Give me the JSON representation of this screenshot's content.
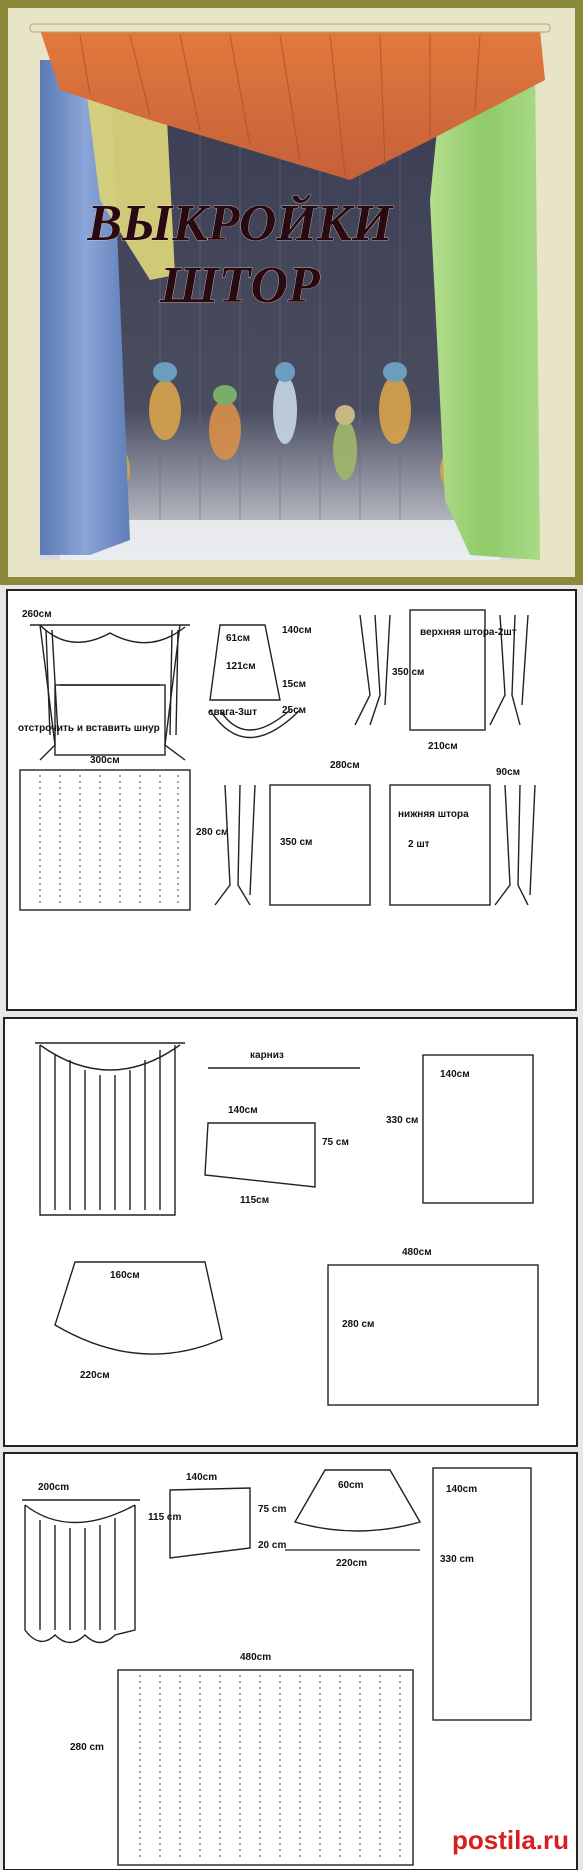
{
  "hero": {
    "title_line1": "ВЫКРОЙКИ",
    "title_line2": "ШТОР"
  },
  "panel1": {
    "left_width": "260см",
    "swag_top": "61см",
    "swag_side": "140см",
    "swag_height": "121см",
    "swag_bottom_offset": "15см",
    "swag_count": "свага-3шт",
    "swag_arc": "25см",
    "upper_curtain_label": "верхняя штора-2шт",
    "upper_height": "350 см",
    "upper_width": "210см",
    "sew_note": "отстрочить и вставить шнур",
    "tulle_width": "300см",
    "tulle_height": "280 см",
    "lower_width_total": "280см",
    "lower_height": "350 см",
    "lower_curtain_label": "нижняя штора",
    "lower_count": "2 шт",
    "tieback": "90см"
  },
  "panel2": {
    "rod_label": "карниз",
    "swag_top": "140см",
    "swag_side": "75 см",
    "swag_bottom": "115см",
    "curtain_width": "140см",
    "curtain_height": "330 см",
    "arc_inner": "160см",
    "arc_outer": "220см",
    "tulle_width": "480см",
    "tulle_height": "280 см"
  },
  "panel3": {
    "left_width": "200cm",
    "cut_top": "140cm",
    "cut_left": "115 cm",
    "cut_right": "75 cm",
    "cut_offset": "20 cm",
    "arc_top": "60cm",
    "arc_bottom": "220cm",
    "curtain_width": "140cm",
    "curtain_height": "330 cm",
    "tulle_width": "480cm",
    "tulle_height": "280 cm"
  },
  "logo": {
    "text": "postila.ru"
  },
  "colors": {
    "frame_olive": "#8a8a3a",
    "swag_orange": "#d4703a",
    "drape_blue": "#6f8ec4",
    "drape_yellow": "#d8d27a",
    "drape_green": "#9fd07a",
    "window_dark": "#2e3140",
    "logo_red": "#d81e1e"
  }
}
